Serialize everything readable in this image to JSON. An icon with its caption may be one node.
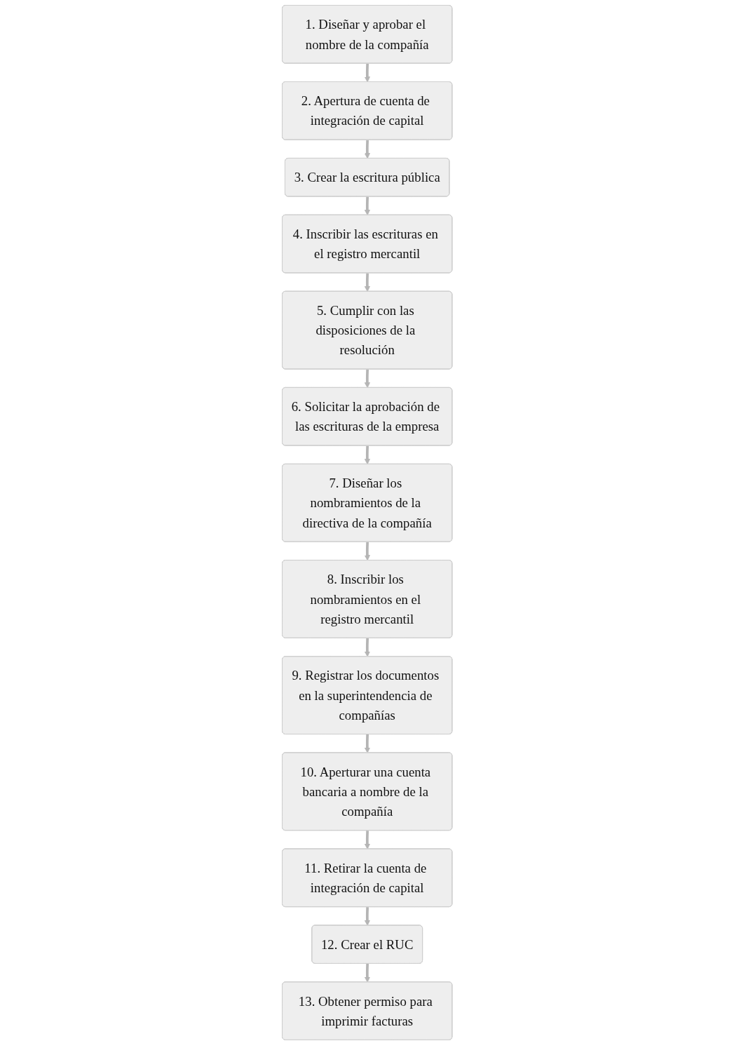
{
  "diagram": {
    "nodes": [
      {
        "text": [
          "1. Diseñar y aprobar el nombre de la compañía"
        ]
      },
      {
        "text": [
          "2. Apertura de cuenta de integración de capital"
        ]
      },
      {
        "text": [
          "3. Crear la escritura pública"
        ]
      },
      {
        "text": [
          "4. Inscribir las escrituras en el registro mercantil"
        ]
      },
      {
        "text": [
          "5. Cumplir con las disposiciones de la resolución"
        ]
      },
      {
        "text": [
          "6. Solicitar la aprobación de las escrituras de la empresa"
        ]
      },
      {
        "text": [
          "7. Diseñar los nombramientos de la directiva de la compañía"
        ]
      },
      {
        "text": [
          "8. Inscribir los nombramientos en el registro mercantil"
        ]
      },
      {
        "text": [
          "9. Registrar los documentos en la superintendencia de compañías"
        ]
      },
      {
        "text": [
          "10. Aperturar una cuenta bancaria a nombre de la compañía"
        ]
      },
      {
        "text": [
          "11. Retirar la cuenta de integración de capital"
        ]
      },
      {
        "text": [
          "12. Crear el RUC"
        ]
      },
      {
        "text": [
          "13. Obtener permiso para imprimir facturas"
        ]
      }
    ],
    "edges": [
      {
        "from": 0,
        "to": 1,
        "arrow": "to"
      },
      {
        "from": 1,
        "to": 2,
        "arrow": "to"
      },
      {
        "from": 2,
        "to": 3,
        "arrow": "to"
      },
      {
        "from": 3,
        "to": 4,
        "arrow": "to"
      },
      {
        "from": 4,
        "to": 5,
        "arrow": "to"
      },
      {
        "from": 5,
        "to": 6,
        "arrow": "to"
      },
      {
        "from": 6,
        "to": 7,
        "arrow": "to"
      },
      {
        "from": 7,
        "to": 8,
        "arrow": "to"
      },
      {
        "from": 8,
        "to": 9,
        "arrow": "to"
      },
      {
        "from": 9,
        "to": 10,
        "arrow": "to"
      },
      {
        "from": 10,
        "to": 11,
        "arrow": "to"
      },
      {
        "from": 11,
        "to": 12,
        "arrow": "to"
      }
    ]
  }
}
